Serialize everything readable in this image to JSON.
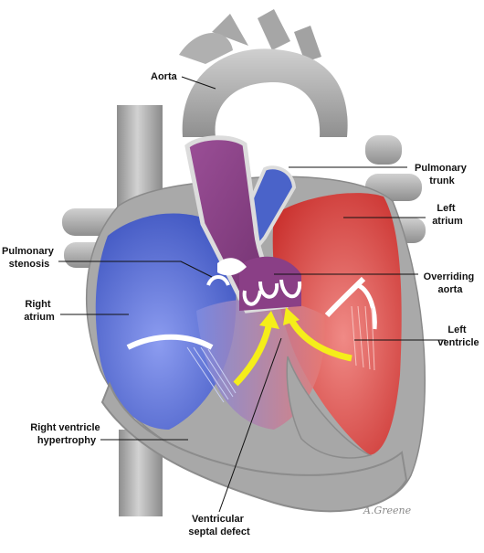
{
  "labels": {
    "aorta": "Aorta",
    "pulmonary_trunk": [
      "Pulmonary",
      "trunk"
    ],
    "left_atrium": [
      "Left",
      "atrium"
    ],
    "pulmonary_stenosis": [
      "Pulmonary",
      "stenosis"
    ],
    "overriding_aorta": [
      "Overriding",
      "aorta"
    ],
    "right_atrium": [
      "Right",
      "atrium"
    ],
    "left_ventricle": [
      "Left",
      "ventricle"
    ],
    "right_ventricle_hypertrophy": [
      "Right ventricle",
      "hypertrophy"
    ],
    "ventricular_septal_defect": [
      "Ventricular",
      "septal defect"
    ]
  },
  "signature": "A.Greene",
  "colors": {
    "vessel_gray": "#b4b4b4",
    "muscle_gray": "#a9a9a9",
    "deoxygenated_blue": "#4a63c9",
    "oxygenated_red": "#d8403c",
    "mixed_purple": "#8a3f86",
    "flow_arrow_yellow": "#f5ee1a"
  }
}
